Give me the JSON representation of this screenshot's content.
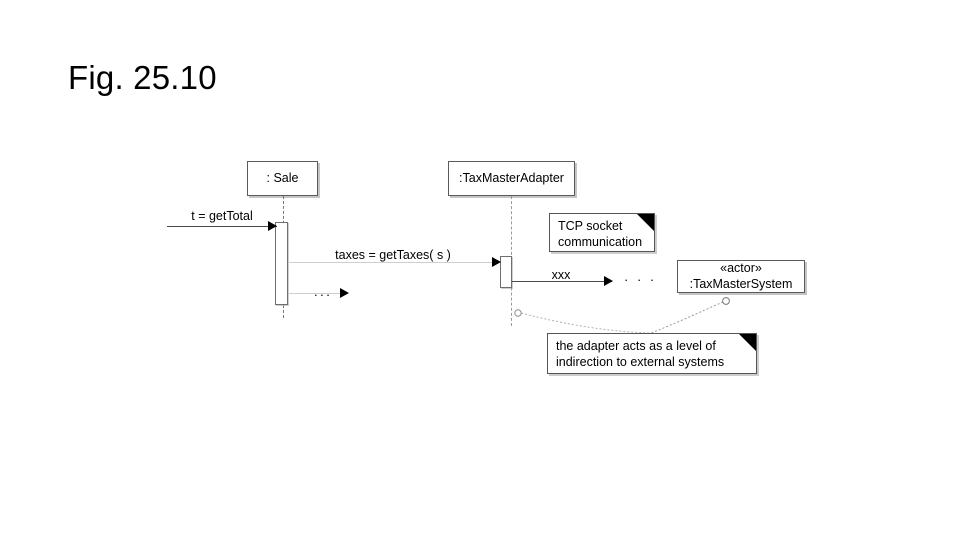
{
  "slide": {
    "title": "Fig. 25.10",
    "background_color": "#ffffff"
  },
  "diagram": {
    "type": "uml-sequence-diagram",
    "lifelines": [
      {
        "id": "sale",
        "label": ": Sale"
      },
      {
        "id": "adapter",
        "label": ":TaxMasterAdapter"
      }
    ],
    "external_actor": {
      "stereotype": "«actor»",
      "label": ":TaxMasterSystem"
    },
    "messages": [
      {
        "id": "get-total",
        "label": "t = getTotal"
      },
      {
        "id": "get-taxes",
        "label": "taxes = getTaxes( s )"
      },
      {
        "id": "elided-sale",
        "label": "..."
      },
      {
        "id": "xxx",
        "label": "xxx"
      },
      {
        "id": "elided-external",
        "label": "· · ·"
      }
    ],
    "notes": [
      {
        "id": "tcp-note",
        "line1": "TCP socket",
        "line2": "communication"
      },
      {
        "id": "adapter-note",
        "line1": "the adapter acts as a level of",
        "line2": "indirection to external systems"
      }
    ]
  }
}
